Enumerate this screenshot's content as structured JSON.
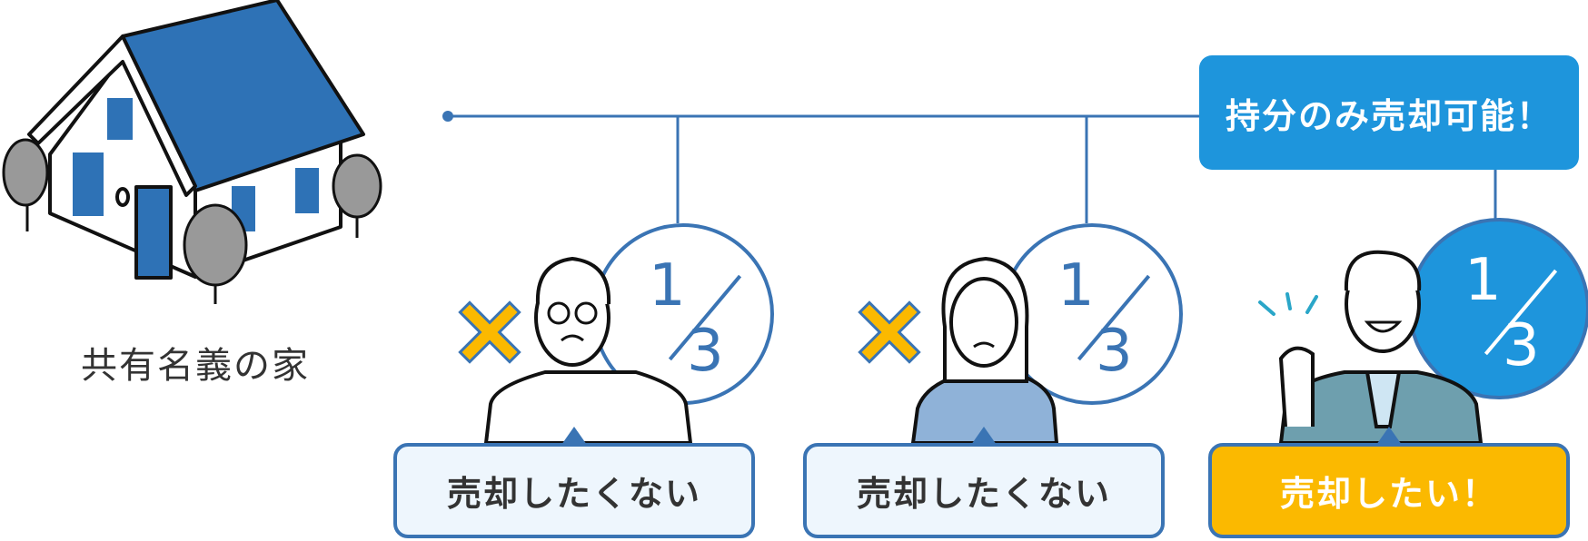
{
  "house": {
    "label": "共有名義の家"
  },
  "callout": {
    "label": "持分のみ売却可能！"
  },
  "owners": [
    {
      "share_numerator": "1",
      "share_denominator": "3",
      "choice": "売却したくない",
      "status_icon": "cross-icon"
    },
    {
      "share_numerator": "1",
      "share_denominator": "3",
      "choice": "売却したくない",
      "status_icon": "cross-icon"
    },
    {
      "share_numerator": "1",
      "share_denominator": "3",
      "choice": "売却したい！",
      "status_icon": "sparkle-icon"
    }
  ],
  "colors": {
    "line": "#3a74b4",
    "accent": "#1e95dc",
    "yes": "#fbb900",
    "choice_bg": "#eef6fd"
  }
}
